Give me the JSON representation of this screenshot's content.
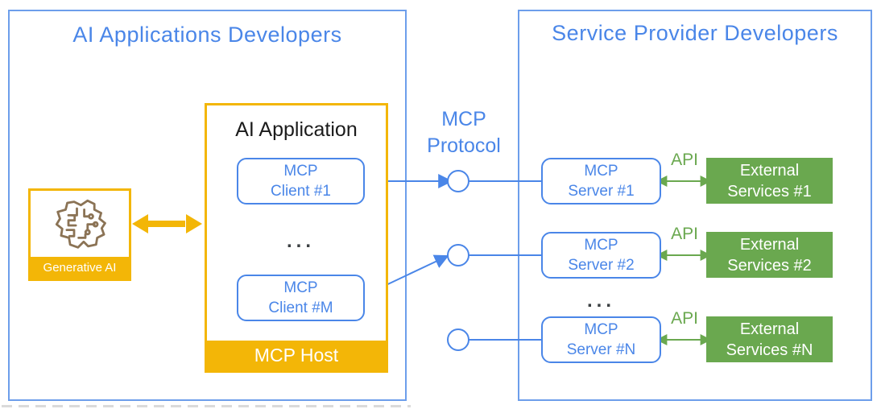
{
  "colors": {
    "blue": "#4a86e8",
    "panel_border_blue": "#6d9eeb",
    "yellow": "#f3b607",
    "green": "#6aa84f",
    "icon_brown": "#8b7355",
    "dots_gray": "#3c4043"
  },
  "left_panel": {
    "title": "AI Applications Developers",
    "generative_ai": {
      "label": "Generative AI",
      "icon": "brain-circuit-icon"
    },
    "ai_application": {
      "title": "AI Application",
      "client_1": {
        "line1": "MCP",
        "line2": "Client #1"
      },
      "ellipsis": "...",
      "client_m": {
        "line1": "MCP",
        "line2": "Client #M"
      },
      "host_label": "MCP Host"
    }
  },
  "protocol": {
    "line1": "MCP",
    "line2": "Protocol"
  },
  "right_panel": {
    "title": "Service Provider Developers",
    "ellipsis": "...",
    "rows": [
      {
        "server_line1": "MCP",
        "server_line2": "Server #1",
        "api_label": "API",
        "service_line1": "External",
        "service_line2": "Services #1"
      },
      {
        "server_line1": "MCP",
        "server_line2": "Server #2",
        "api_label": "API",
        "service_line1": "External",
        "service_line2": "Services #2"
      },
      {
        "server_line1": "MCP",
        "server_line2": "Server #N",
        "api_label": "API",
        "service_line1": "External",
        "service_line2": "Services #N"
      }
    ]
  }
}
